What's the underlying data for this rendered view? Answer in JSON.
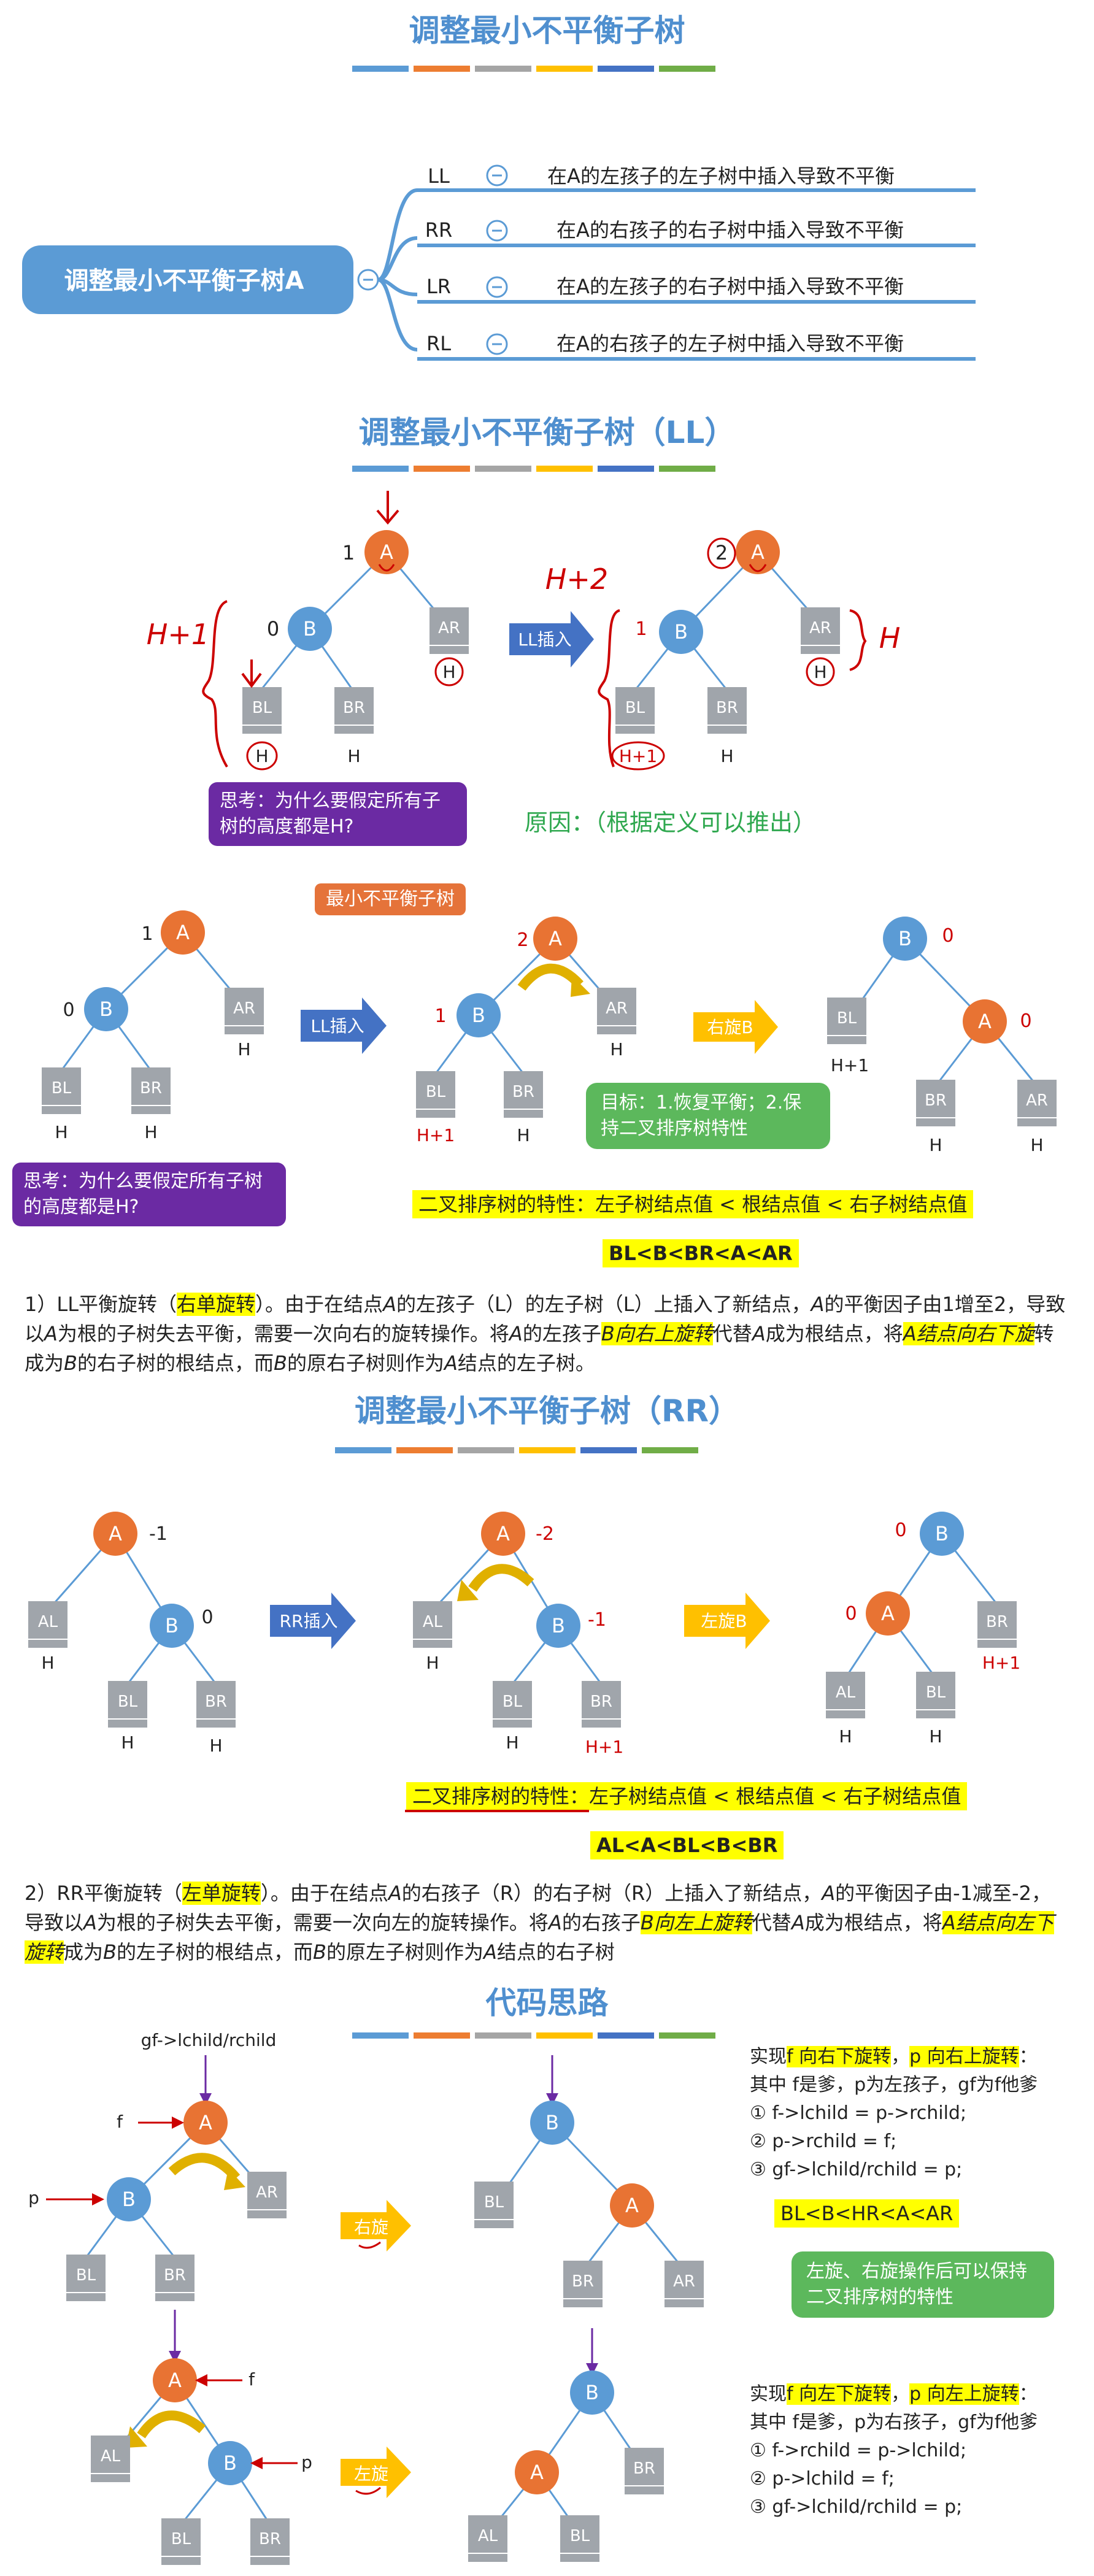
{
  "colors": {
    "title": "#4f8fcf",
    "node_orange": "#e87333",
    "node_blue": "#5b9bd5",
    "box_gray": "#a0a5ab",
    "arrow_blue": "#4472c4",
    "arrow_yellow": "#ffc000",
    "purple": "#6b2aa3",
    "green": "#5cb85c",
    "red": "#cc0000"
  },
  "color_bar": [
    "#5b9bd5",
    "#ed7d31",
    "#a5a5a5",
    "#ffc000",
    "#4472c4",
    "#70ad47"
  ],
  "section1": {
    "title": "调整最小不平衡子树",
    "root_label": "调整最小不平衡子树A",
    "collapse_icon": "⊖",
    "rows": [
      {
        "key": "LL",
        "text": "在A的左孩子的左子树中插入导致不平衡"
      },
      {
        "key": "RR",
        "text": "在A的右孩子的右子树中插入导致不平衡"
      },
      {
        "key": "LR",
        "text": "在A的左孩子的右子树中插入导致不平衡"
      },
      {
        "key": "RL",
        "text": "在A的右孩子的左子树中插入导致不平衡"
      }
    ]
  },
  "section2": {
    "title": "调整最小不平衡子树（LL）",
    "left_tree": {
      "A": "A",
      "B": "B",
      "AR": "AR",
      "BL": "BL",
      "BR": "BR",
      "bfA": "1",
      "bfB": "0",
      "hAR": "H",
      "hBL": "H",
      "hBR": "H",
      "hand_h1": "H+1"
    },
    "arrow_label": "LL插入",
    "right_tree": {
      "A": "A",
      "B": "B",
      "AR": "AR",
      "BL": "BL",
      "BR": "BR",
      "bfA": "2",
      "bfB": "1",
      "hAR": "H",
      "hBL": "H+1",
      "hBR": "H",
      "hand_h2": "H+2",
      "hand_h": "H"
    },
    "think": "思考：为什么要假定所有子树的高度都是H?",
    "reason": "原因：（根据定义可以推出）"
  },
  "section3": {
    "min_label": "最小不平衡子树",
    "arrow1": "LL插入",
    "arrow2": "右旋B",
    "t1": {
      "bfA": "1",
      "bfB": "0",
      "hAR": "H",
      "hBL": "H",
      "hBR": "H"
    },
    "t2": {
      "bfA": "2",
      "bfB": "1",
      "hAR": "H",
      "hBL": "H+1",
      "hBR": "H"
    },
    "t3": {
      "bfB": "0",
      "bfA": "0",
      "hBL": "H+1",
      "hBR": "H",
      "hAR": "H"
    },
    "think": "思考：为什么要假定所有子树的高度都是H?",
    "goal": "目标：1.恢复平衡；2.保持二叉排序树特性",
    "property": "二叉排序树的特性：左子树结点值 < 根结点值 < 右子树结点值",
    "order": "BL<B<BR<A<AR"
  },
  "para_ll": {
    "p1": "1）LL平衡旋转（",
    "p2": "右单旋转",
    "p3": "）。由于在结点",
    "p4": "A",
    "p5": "的左孩子（L）的左子树（L）上插入了新结点，",
    "p6": "A",
    "p7": "的平衡因子由1增至2，导致以",
    "p8": "A",
    "p9": "为根的子树失去平衡，需要一次向右的旋转操作。将",
    "p10": "A",
    "p11": "的左孩子",
    "p12": "B向右上旋转",
    "p13": "代替",
    "p14": "A",
    "p15": "成为根结点，将",
    "p16": "A结点向右下旋",
    "p17": "转成为",
    "p18": "B",
    "p19": "的右子树的根结点，而",
    "p20": "B",
    "p21": "的原右子树则作为",
    "p22": "A",
    "p23": "结点的左子树。"
  },
  "section4": {
    "title": "调整最小不平衡子树（RR）",
    "arrow1": "RR插入",
    "arrow2": "左旋B",
    "t1": {
      "bfA": "-1",
      "bfB": "0",
      "hAL": "H",
      "hBL": "H",
      "hBR": "H"
    },
    "t2": {
      "bfA": "-2",
      "bfB": "-1",
      "hAL": "H",
      "hBL": "H",
      "hBR": "H+1"
    },
    "t3": {
      "bfB": "0",
      "bfA": "0",
      "hAL": "H",
      "hBL": "H",
      "hBR": "H+1"
    },
    "property": "二叉排序树的特性：左子树结点值 < 根结点值 < 右子树结点值",
    "order": "AL<A<BL<B<BR"
  },
  "para_rr": {
    "p1": "2）RR平衡旋转（",
    "p2": "左单旋转",
    "p3": "）。由于在结点",
    "p4": "A",
    "p5": "的右孩子（R）的右子树（R）上插入了新结点，",
    "p6": "A",
    "p7": "的平衡因子由-1减至-2，导致以",
    "p8": "A",
    "p9": "为根的子树失去平衡，需要一次向左的旋转操作。将",
    "p10": "A",
    "p11": "的右孩子",
    "p12": "B向左上旋转",
    "p13": "代替",
    "p14": "A",
    "p15": "成为根结点，将",
    "p16": "A结点向左下旋转",
    "p17": "成为",
    "p18": "B",
    "p19": "的左子树的根结点，而",
    "p20": "B",
    "p21": "的原左子树则作为",
    "p22": "A",
    "p23": "结点的右子树"
  },
  "section5": {
    "title": "代码思路",
    "gf_label": "gf->lchild/rchild",
    "f_label": "f",
    "p_label": "p",
    "arrow_right": "右旋",
    "arrow_left": "左旋",
    "right_code": {
      "line1a": "实现",
      "line1b": "f 向右下旋转",
      "line1c": "，",
      "line1d": "p 向右上旋转",
      "line1e": "：",
      "line2": "其中 f是爹，p为左孩子，gf为f他爹",
      "c1": "① f->lchild = p->rchild;",
      "c2": "② p->rchild = f;",
      "c3": "③ gf->lchild/rchild = p;"
    },
    "order": "BL<B<HR<A<AR",
    "note": "左旋、右旋操作后可以保持二叉排序树的特性",
    "left_code": {
      "line1a": "实现",
      "line1b": "f 向左下旋转",
      "line1c": "，",
      "line1d": "p 向左上旋转",
      "line1e": "：",
      "line2": "其中 f是爹，p为右孩子，gf为f他爹",
      "c1": "① f->rchild = p->lchild;",
      "c2": "② p->lchild = f;",
      "c3": "③ gf->lchild/rchild = p;"
    }
  }
}
